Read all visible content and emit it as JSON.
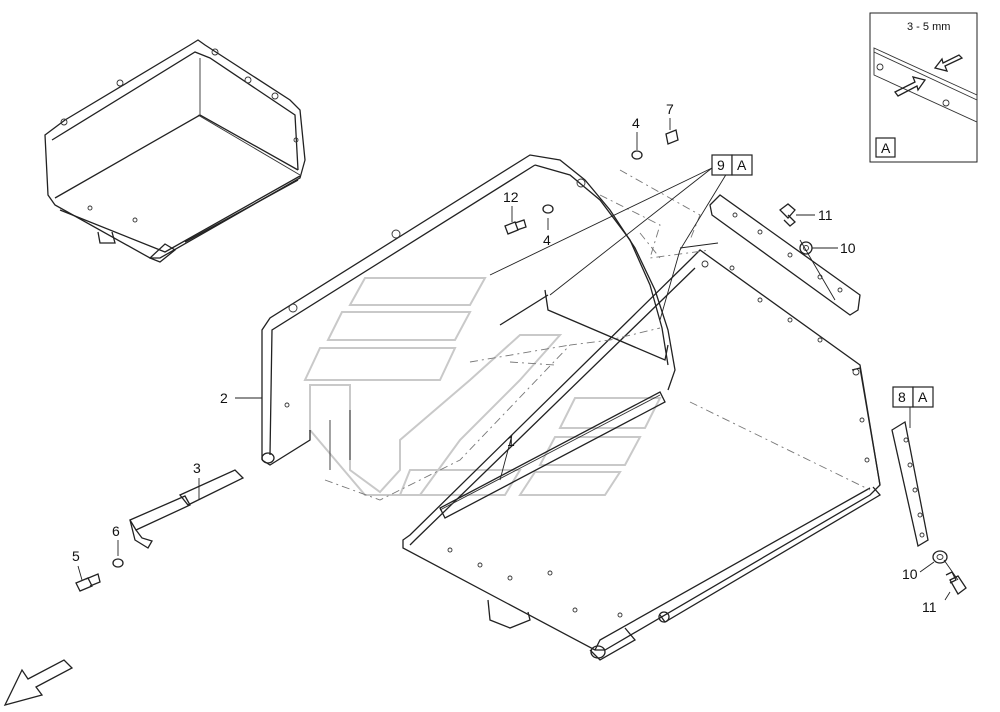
{
  "callouts": {
    "c1": "1",
    "c2": "2",
    "c3": "3",
    "c4a": "4",
    "c4b": "4",
    "c5": "5",
    "c6": "6",
    "c7": "7",
    "c8": "8",
    "c9": "9",
    "c10a": "10",
    "c10b": "10",
    "c11a": "11",
    "c11b": "11",
    "c12": "12"
  },
  "detail_ref": "A",
  "detail": {
    "dimension": "3 - 5 mm",
    "label": "A"
  }
}
